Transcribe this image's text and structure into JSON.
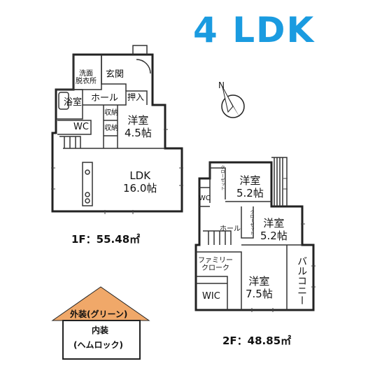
{
  "title": "4 LDK",
  "title_color": "#1a9be0",
  "floor1": {
    "area_label": "1F：55.48㎡",
    "rooms": {
      "wash": "洗面\n脱衣所",
      "entrance": "玄関",
      "bath": "浴室",
      "hall": "ホール",
      "closet": "押入",
      "storage1": "収納",
      "storage2": "収納",
      "wc": "WC",
      "western": "洋室\n4.5帖",
      "ldk": "LDK\n16.0帖"
    }
  },
  "floor2": {
    "area_label": "2F：48.85㎡",
    "rooms": {
      "western1": "洋室\n5.2帖",
      "western2": "洋室\n5.2帖",
      "western3": "洋室\n7.5帖",
      "closet1": "クローゼット",
      "closet2": "クローゼット",
      "wc": "WC",
      "hall": "ホール",
      "family_closet": "ファミリー\nクローク",
      "wic": "WIC",
      "balcony": "バルコニー"
    }
  },
  "exterior_label": "外装(グリーン)",
  "interior_label": "内装",
  "interior_sub": "(ヘムロック)",
  "house_roof_color": "#f0a869",
  "compass_label": "N"
}
